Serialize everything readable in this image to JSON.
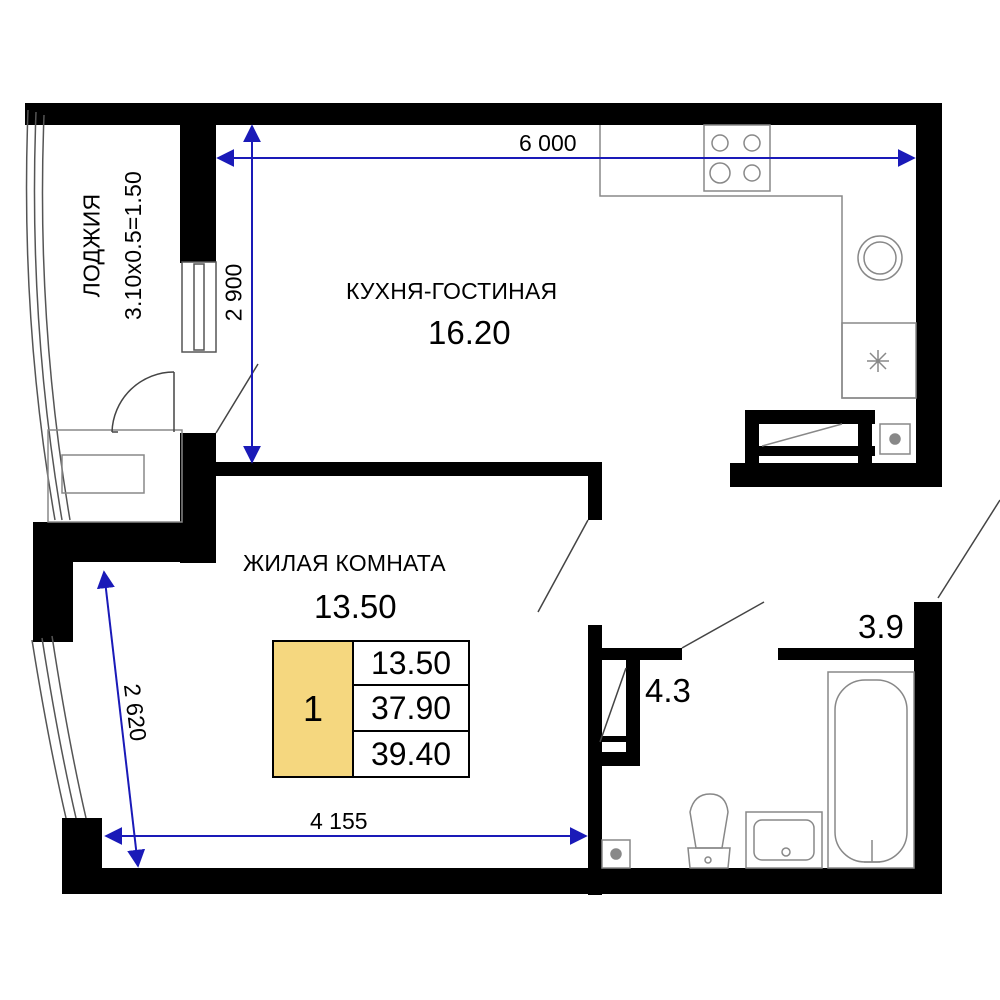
{
  "rooms": {
    "kitchen_living": {
      "name": "КУХНЯ-ГОСТИНАЯ",
      "area": "16.20"
    },
    "living_room": {
      "name": "ЖИЛАЯ КОМНАТА",
      "area": "13.50"
    },
    "loggia": {
      "name": "ЛОДЖИЯ",
      "area_formula": "3.10х0.5=1.50"
    },
    "wc": {
      "area": "4.3"
    },
    "bathroom": {
      "area": "3.9"
    }
  },
  "dimensions": {
    "kitchen_width": "6 000",
    "kitchen_depth": "2 900",
    "living_depth": "2 620",
    "living_width": "4 155"
  },
  "summary_card": {
    "rooms_count": "1",
    "living_area": "13.50",
    "total_area": "37.90",
    "total_with_loggia": "39.40"
  },
  "colors": {
    "wall": "#000000",
    "dimension_line": "#1a1ab8",
    "card_accent": "#f5d77f",
    "fixture_line": "#888888"
  }
}
